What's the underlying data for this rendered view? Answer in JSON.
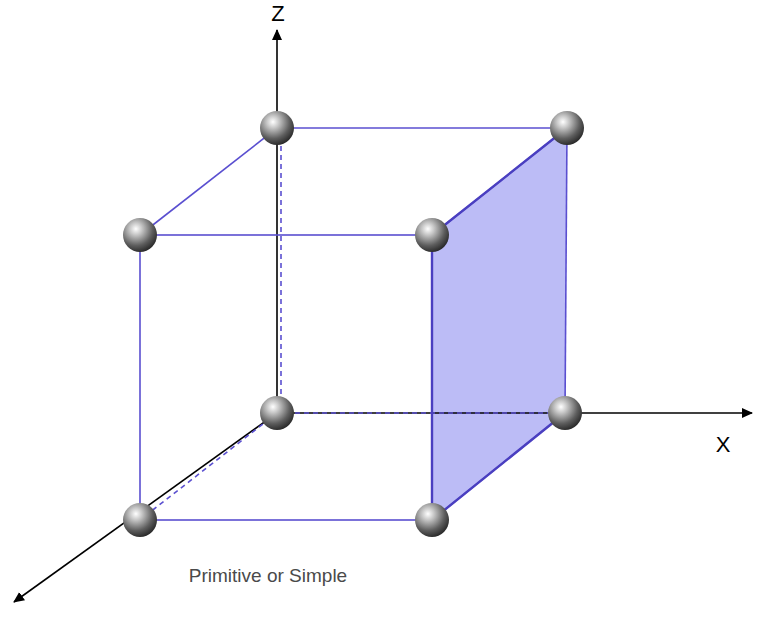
{
  "diagram": {
    "caption": "Primitive or Simple",
    "labels": [
      "Z",
      "X"
    ]
  }
}
